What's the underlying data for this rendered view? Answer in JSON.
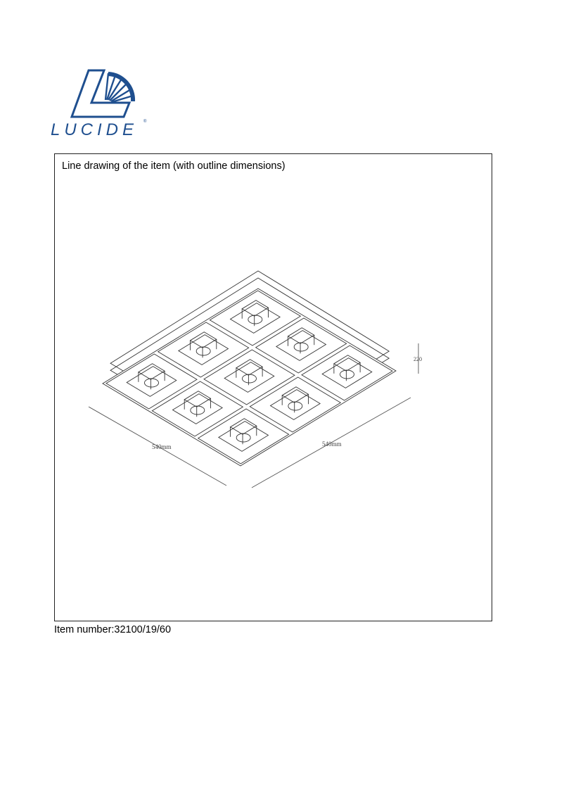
{
  "logo": {
    "brand": "LUCIDE",
    "color": "#1f4f8f"
  },
  "frame": {
    "title": "Line drawing of the item (with outline dimensions)"
  },
  "drawing": {
    "dimensions": {
      "width": "540mm",
      "depth": "540mm",
      "height": "220"
    },
    "grid": {
      "rows": 3,
      "cols": 3
    }
  },
  "footer": {
    "item_number": "Item number:32100/19/60"
  }
}
